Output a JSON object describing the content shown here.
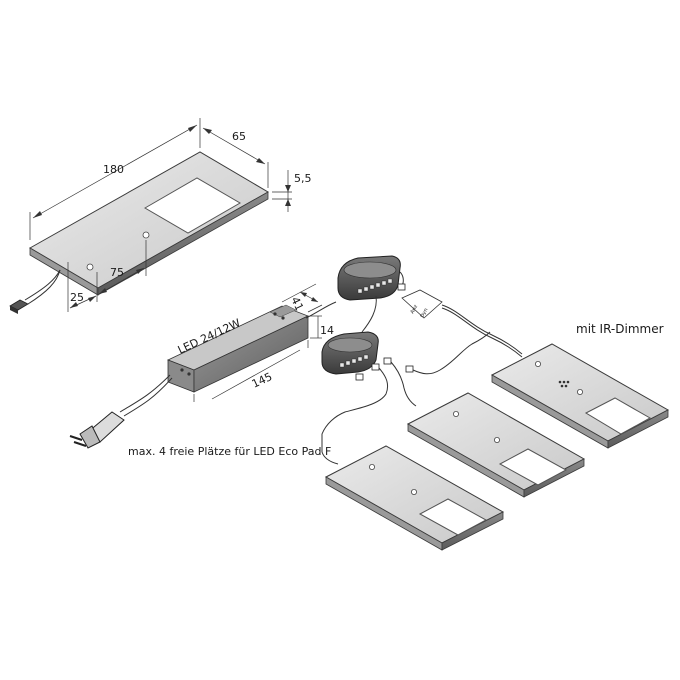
{
  "labels": {
    "psu_name": "LED 24/12W",
    "dimmer_note": "mit IR-Dimmer",
    "slots_note": "max. 4 freie Plätze für LED Eco Pad F",
    "tag_line1": "Anz",
    "tag_line2": "Dyn"
  },
  "dimensions": {
    "length": "180",
    "width": "65",
    "height": "5,5",
    "hole_offset_x": "75",
    "hole_offset_y": "25",
    "psu_width": "41",
    "psu_height": "14",
    "psu_length": "145"
  }
}
